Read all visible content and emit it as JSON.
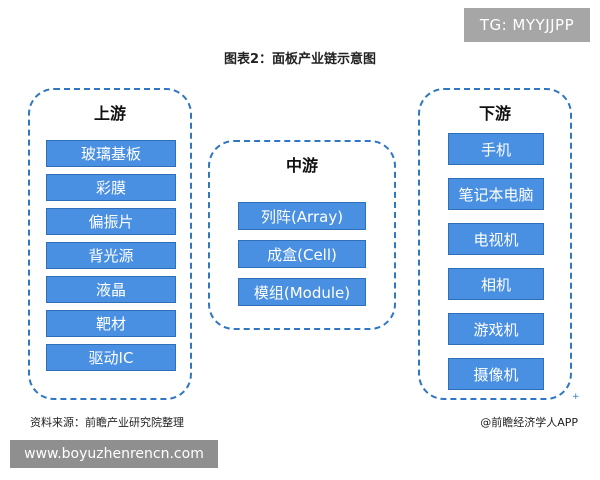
{
  "badge": "TG: MYYJJPP",
  "title": "图表2：面板产业链示意图",
  "upstream": {
    "title": "上游",
    "items": [
      "玻璃基板",
      "彩膜",
      "偏振片",
      "背光源",
      "液晶",
      "靶材",
      "驱动IC"
    ]
  },
  "midstream": {
    "title": "中游",
    "items": [
      "列阵(Array)",
      "成盒(Cell)",
      "模组(Module)"
    ]
  },
  "downstream": {
    "title": "下游",
    "items": [
      "手机",
      "笔记本电脑",
      "电视机",
      "相机",
      "游戏机",
      "摄像机"
    ]
  },
  "source": "资料来源：前瞻产业研究院整理",
  "copyright": "@前瞻经济学人APP",
  "url": "www.boyuzhenrencn.com",
  "colors": {
    "box": "#4a90e2",
    "border": "#2f77c1"
  }
}
